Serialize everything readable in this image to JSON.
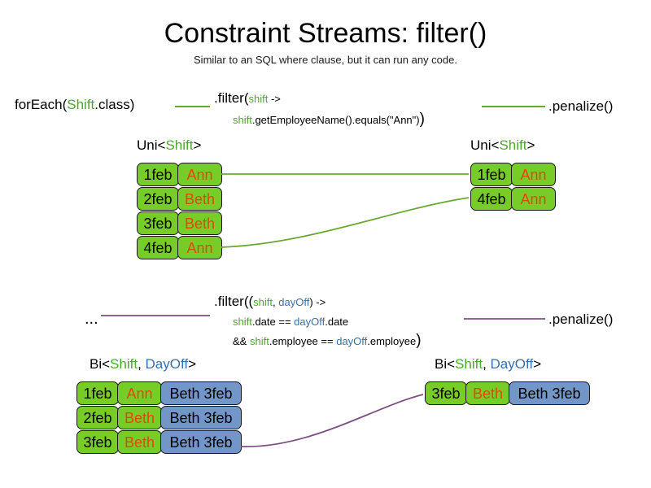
{
  "slide": {
    "title": "Constraint Streams: filter()",
    "subtitle": "Similar to an SQL where clause, but it can run any code."
  },
  "colors": {
    "green_fill": "#78cc28",
    "blue_fill": "#7296c8",
    "orange_text": "#e0490d",
    "green_text": "#4ea72e",
    "blue_text": "#3a6fa8",
    "green_line": "#6aa832",
    "purple_line": "#7a5080",
    "cell_border": "#1a1a1a"
  },
  "uni_example": {
    "source_call": {
      "prefix": "forEach(",
      "type": "Shift",
      "suffix": ".class)"
    },
    "filter_expression": {
      "line1_prefix": ".filter(",
      "line1_param": "shift",
      "line1_suffix": " ->",
      "line2_param": "shift",
      "line2_body": ".getEmployeeName().equals(\"Ann\")",
      "line2_close": ")"
    },
    "terminal_call": ".penalize()",
    "input_label": {
      "prefix": "Uni<",
      "type1": "Shift",
      "suffix": ">"
    },
    "output_label": {
      "prefix": "Uni<",
      "type1": "Shift",
      "suffix": ">"
    },
    "input_rows": [
      {
        "date": "1feb",
        "name": "Ann"
      },
      {
        "date": "2feb",
        "name": "Beth"
      },
      {
        "date": "3feb",
        "name": "Beth"
      },
      {
        "date": "4feb",
        "name": "Ann"
      }
    ],
    "output_rows": [
      {
        "date": "1feb",
        "name": "Ann"
      },
      {
        "date": "4feb",
        "name": "Ann"
      }
    ]
  },
  "bi_example": {
    "source_ellipsis": "...",
    "filter_expression": {
      "line1_prefix": ".filter((",
      "line1_param1": "shift",
      "line1_comma": ", ",
      "line1_param2": "dayOff",
      "line1_suffix": ") ->",
      "line2_param1": "shift",
      "line2_mid": ".date == ",
      "line2_param2": "dayOff",
      "line2_end": ".date",
      "line3_op": "&& ",
      "line3_param1": "shift",
      "line3_mid": ".employee == ",
      "line3_param2": "dayOff",
      "line3_end": ".employee",
      "line3_close": ")"
    },
    "terminal_call": ".penalize()",
    "input_label": {
      "prefix": "Bi<",
      "type1": "Shift",
      "comma": ", ",
      "type2": "DayOff",
      "suffix": ">"
    },
    "output_label": {
      "prefix": "Bi<",
      "type1": "Shift",
      "comma": ", ",
      "type2": "DayOff",
      "suffix": ">"
    },
    "input_rows": [
      {
        "date": "1feb",
        "name": "Ann",
        "dayoff": "Beth 3feb"
      },
      {
        "date": "2feb",
        "name": "Beth",
        "dayoff": "Beth 3feb"
      },
      {
        "date": "3feb",
        "name": "Beth",
        "dayoff": "Beth 3feb"
      }
    ],
    "output_rows": [
      {
        "date": "3feb",
        "name": "Beth",
        "dayoff": "Beth 3feb"
      }
    ]
  }
}
